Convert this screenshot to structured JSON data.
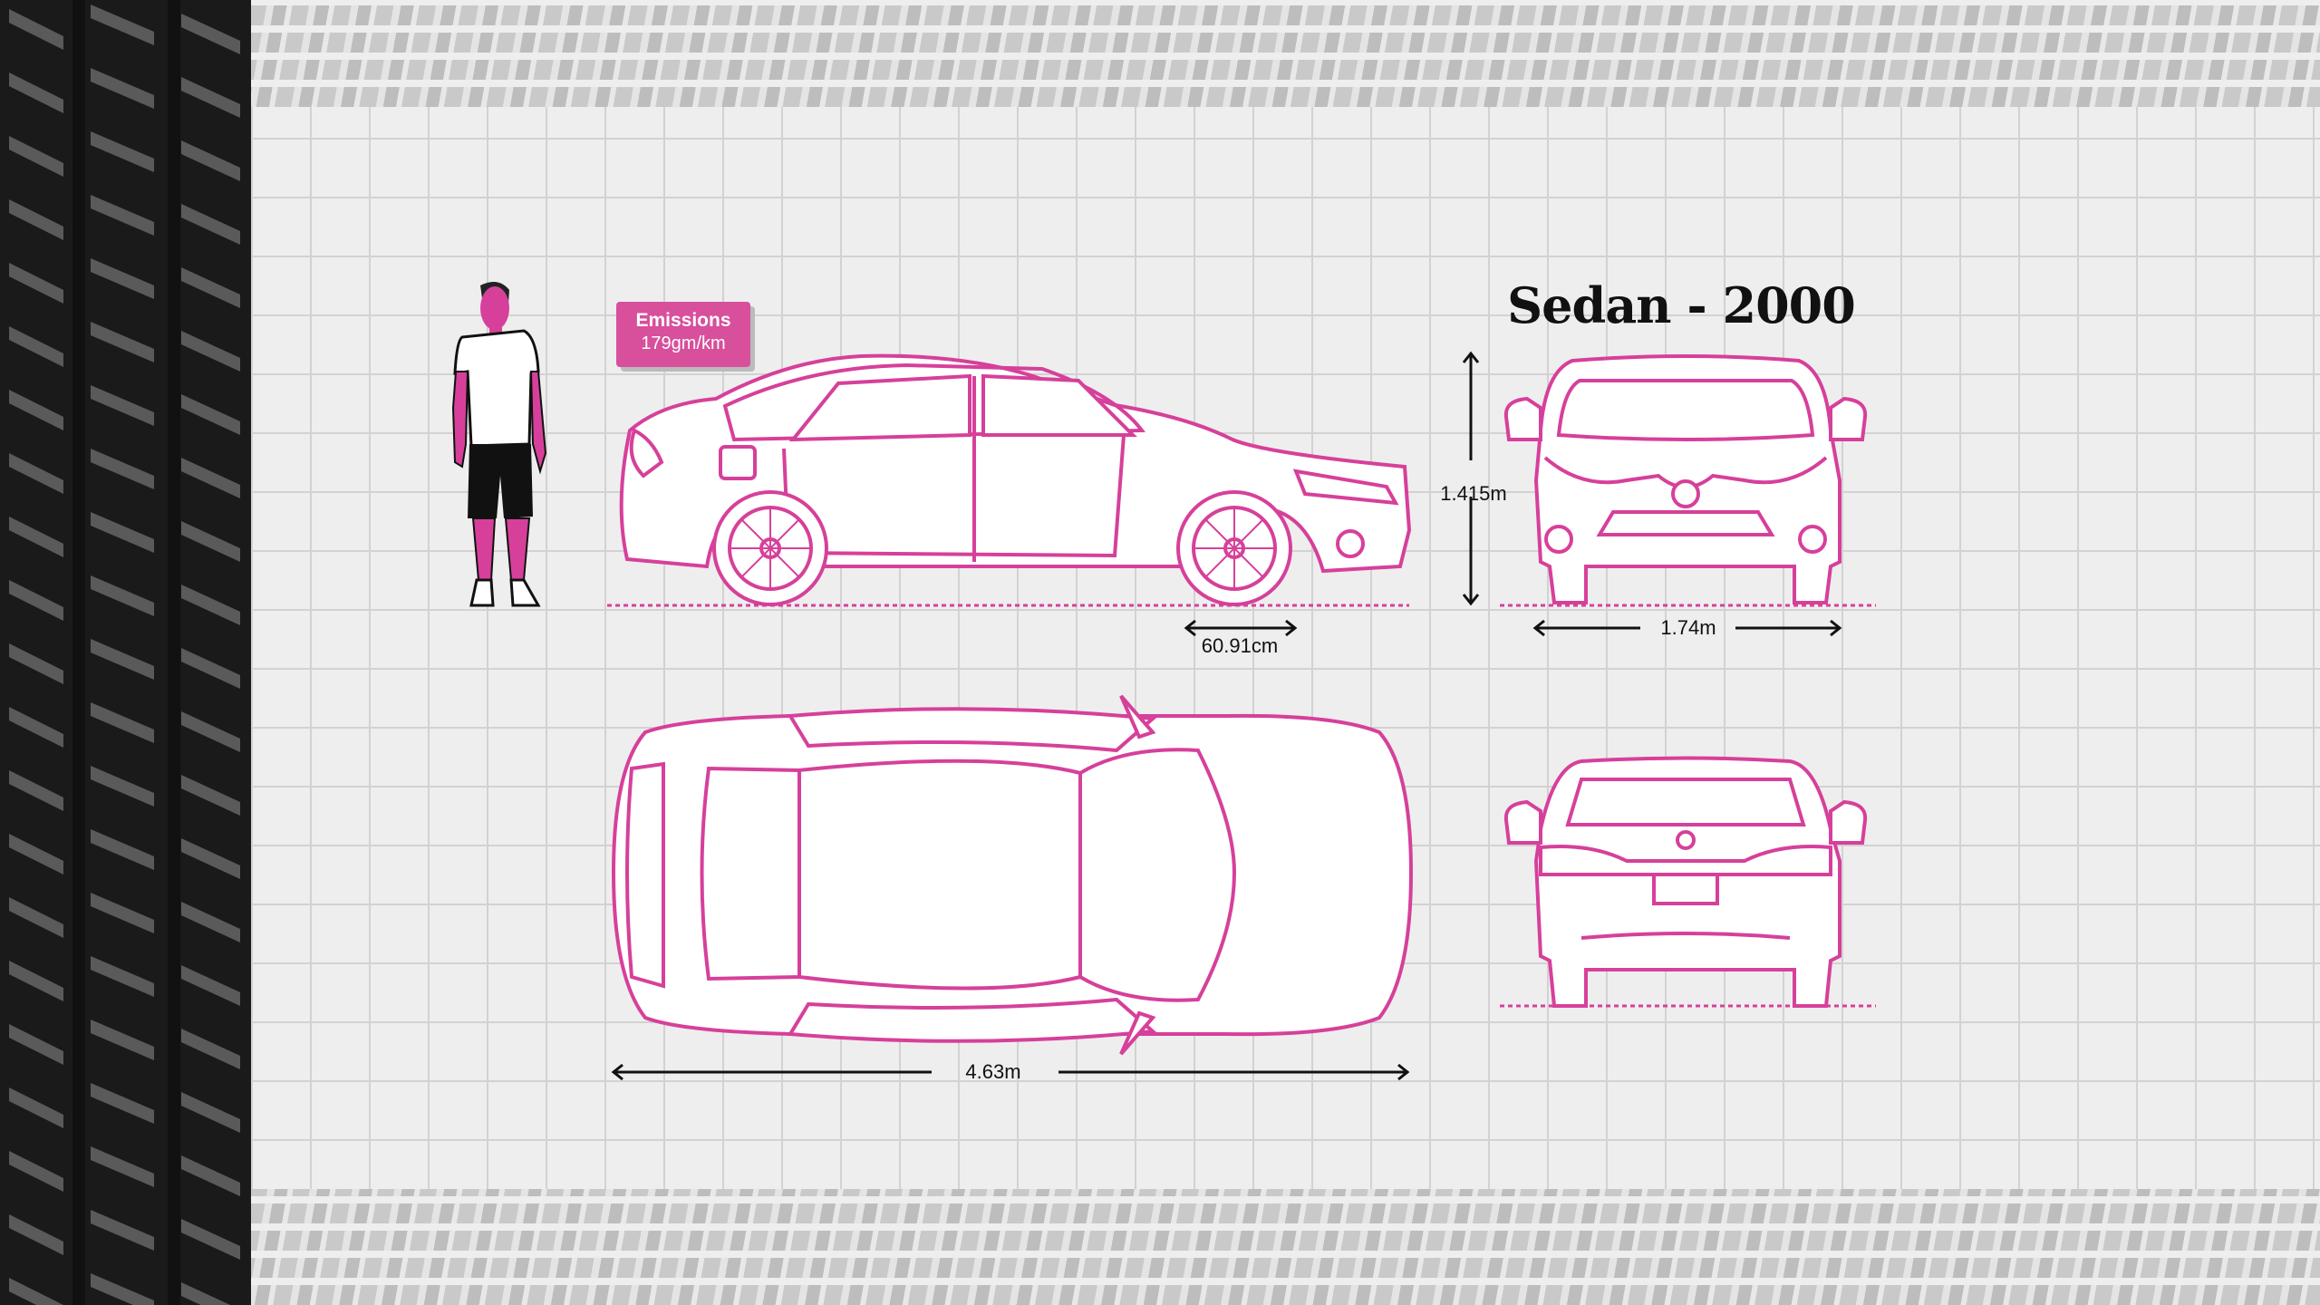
{
  "title": "Sedan - 2000",
  "emissions": {
    "label": "Emissions",
    "value": "179gm/km"
  },
  "dimensions": {
    "wheel_diameter": "60.91cm",
    "height": "1.415m",
    "width": "1.74m",
    "length": "4.63m"
  },
  "colors": {
    "accent": "#d6409a",
    "badge": "#d84f9c",
    "text": "#111111"
  }
}
